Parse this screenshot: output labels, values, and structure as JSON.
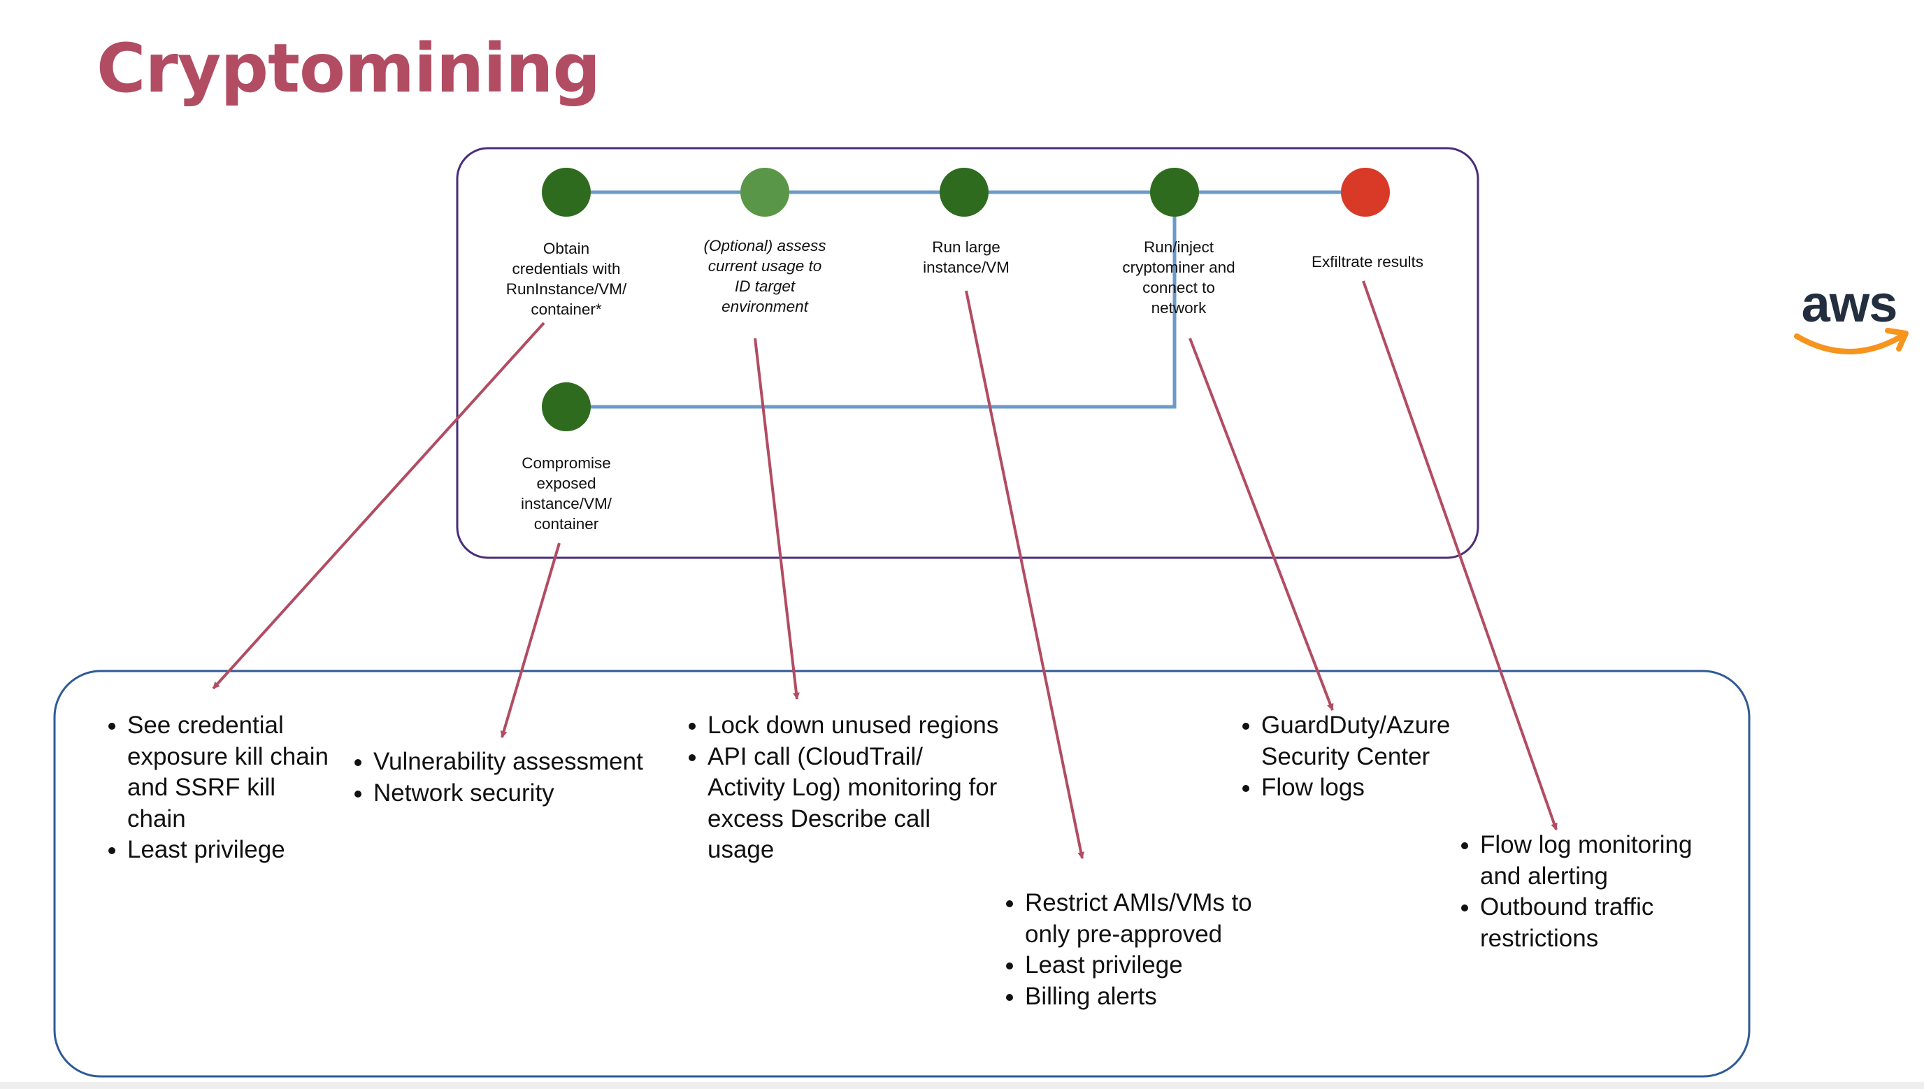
{
  "title": "Cryptomining",
  "logo": {
    "text": "aws",
    "text_color": "#232f3e",
    "smile_color": "#f7941d"
  },
  "colors": {
    "title": "#b24c63",
    "flow_line": "#6b9acb",
    "arrow": "#b24c63",
    "top_box_border": "#4b2c7a",
    "bottom_box_border": "#2f5a96",
    "node_dark_green": "#2e6b1f",
    "node_light_green": "#5a9648",
    "node_red": "#d93a28"
  },
  "steps": [
    {
      "label": "Obtain\ncredentials with\nRunInstance/VM/\ncontainer*",
      "italic": false,
      "color": "dark_green"
    },
    {
      "label": "(Optional) assess\ncurrent usage to\nID target\nenvironment",
      "italic": true,
      "color": "light_green"
    },
    {
      "label": "Run large\ninstance/VM",
      "italic": false,
      "color": "dark_green"
    },
    {
      "label": "Run/inject\ncryptominer and\nconnect to\nnetwork",
      "italic": false,
      "color": "dark_green"
    },
    {
      "label": "Exfiltrate results",
      "italic": false,
      "color": "red"
    },
    {
      "label": "Compromise\nexposed\ninstance/VM/\ncontainer",
      "italic": false,
      "color": "dark_green"
    }
  ],
  "controls": [
    {
      "items": [
        "See credential exposure kill chain and SSRF kill chain",
        "Least privilege"
      ]
    },
    {
      "items": [
        "Vulnerability assessment",
        "Network security"
      ]
    },
    {
      "items": [
        "Lock down unused regions",
        "API call (CloudTrail/ Activity Log) monitoring for excess Describe call usage"
      ]
    },
    {
      "items": [
        "Restrict AMIs/VMs to only pre-approved",
        "Least privilege",
        "Billing alerts"
      ]
    },
    {
      "items": [
        "GuardDuty/Azure Security Center",
        "Flow logs"
      ]
    },
    {
      "items": [
        "Flow log monitoring and alerting",
        "Outbound traffic restrictions"
      ]
    }
  ]
}
